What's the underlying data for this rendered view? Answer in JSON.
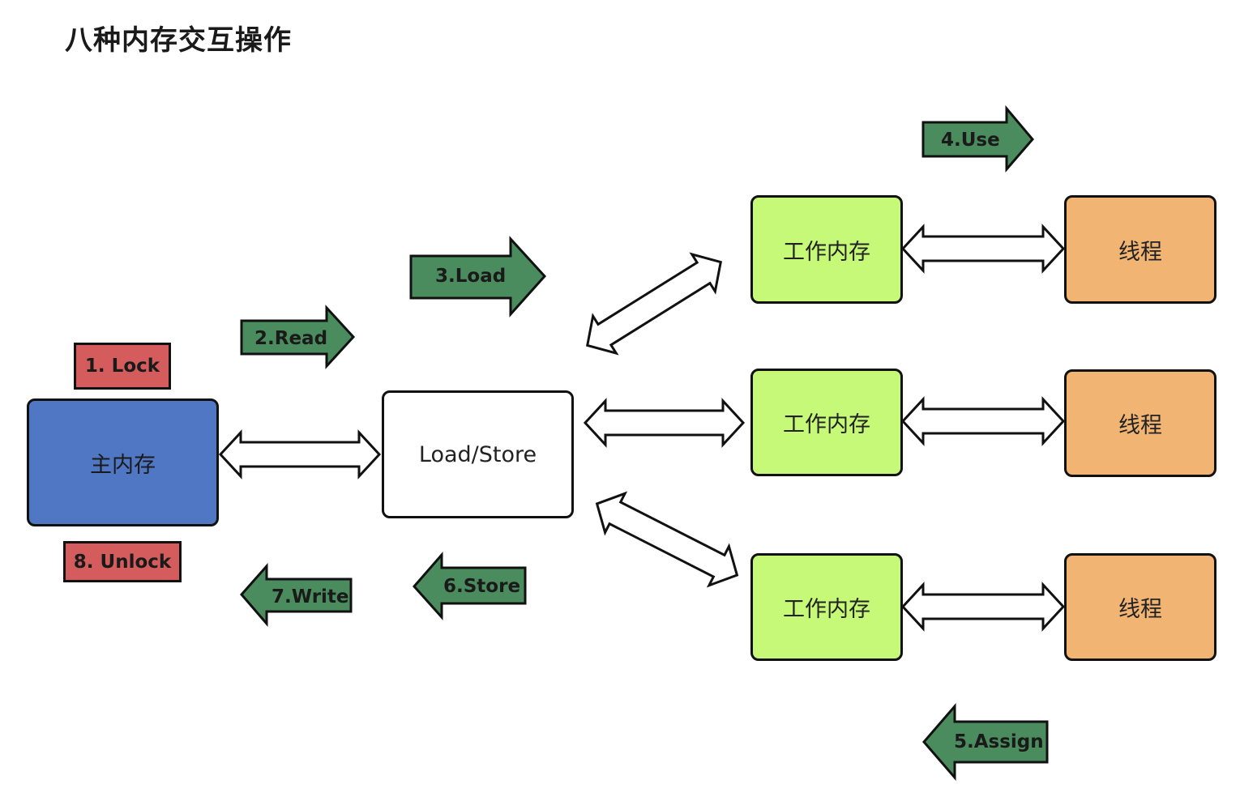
{
  "title": "八种内存交互操作",
  "colors": {
    "main_memory": "#5077c4",
    "load_store": "#ffffff",
    "work_memory": "#c5f977",
    "thread": "#f1b473",
    "lock_tag": "#d45c5c",
    "op_arrow": "#4a8c5e",
    "outline": "#111111"
  },
  "nodes": {
    "main_memory": "主内存",
    "load_store": "Load/Store",
    "work_memory": [
      "工作内存",
      "工作内存",
      "工作内存"
    ],
    "thread": [
      "线程",
      "线程",
      "线程"
    ]
  },
  "operations": {
    "lock": "1. Lock",
    "read": "2.Read",
    "load": "3.Load",
    "use": "4.Use",
    "assign": "5.Assign",
    "store": "6.Store",
    "write": "7.Write",
    "unlock": "8. Unlock"
  }
}
